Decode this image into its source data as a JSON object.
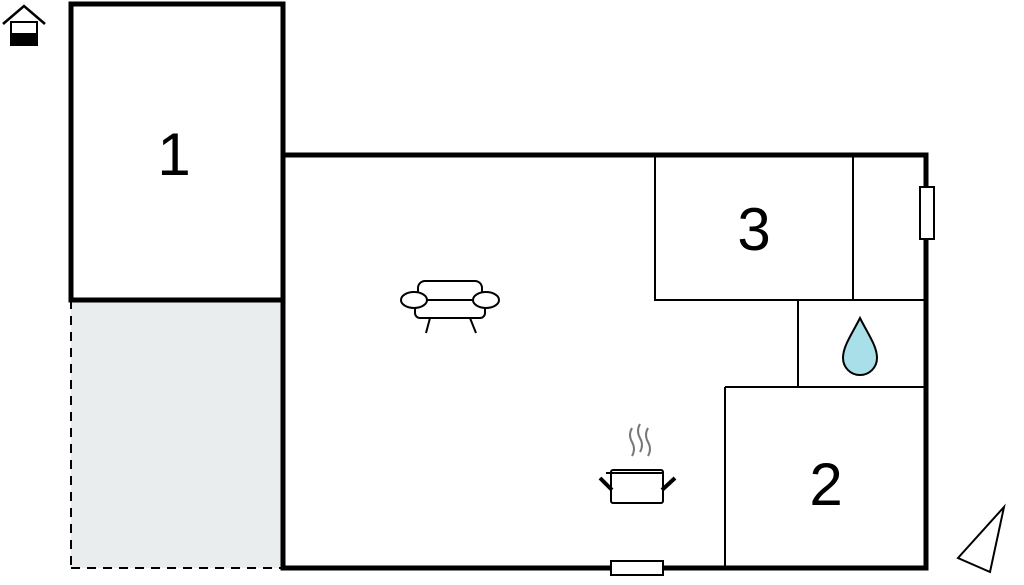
{
  "floor_plan": {
    "rooms": [
      {
        "id": "room-1",
        "label": "1"
      },
      {
        "id": "room-2",
        "label": "2"
      },
      {
        "id": "room-3",
        "label": "3"
      }
    ],
    "icons": [
      {
        "name": "house-floor-icon"
      },
      {
        "name": "sofa-icon"
      },
      {
        "name": "water-drop-icon"
      },
      {
        "name": "cooking-pot-icon"
      },
      {
        "name": "north-arrow-icon"
      },
      {
        "name": "window-icon"
      },
      {
        "name": "door-icon"
      }
    ],
    "colors": {
      "wall": "#000000",
      "terrace_fill": "#e9eded",
      "water_fill": "#a8dfe8",
      "background": "#ffffff"
    }
  }
}
